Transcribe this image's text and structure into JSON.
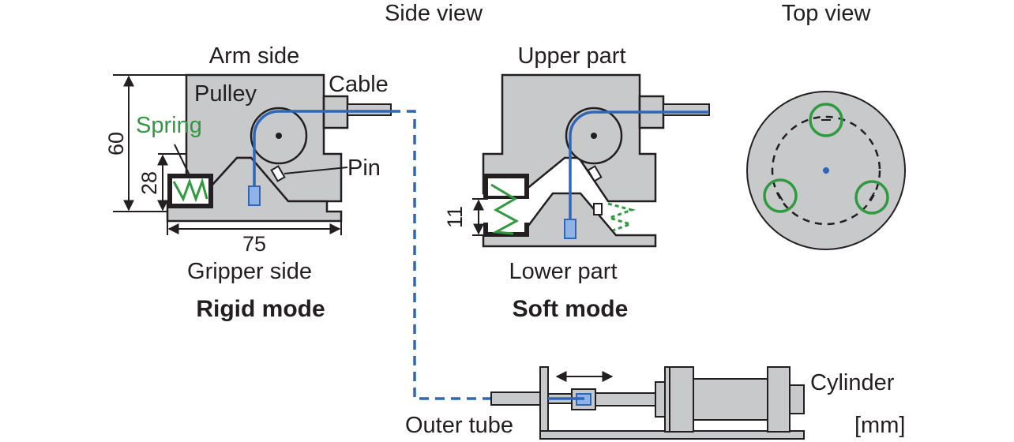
{
  "labels": {
    "side_view": "Side view",
    "top_view": "Top view",
    "arm_side": "Arm side",
    "pulley": "Pulley",
    "cable": "Cable",
    "spring": "Spring",
    "pin": "Pin",
    "gripper_side": "Gripper side",
    "rigid_mode": "Rigid mode",
    "upper_part": "Upper part",
    "lower_part": "Lower part",
    "soft_mode": "Soft mode",
    "cylinder": "Cylinder",
    "outer_tube": "Outer tube",
    "unit": "[mm]"
  },
  "dimensions": {
    "height_total": "60",
    "height_lower": "28",
    "width": "75",
    "gap_soft": "11"
  },
  "colors": {
    "body": "#c8c9cb",
    "cable": "#2e66b8",
    "spring": "#2f9a3f",
    "outline": "#231f20"
  }
}
